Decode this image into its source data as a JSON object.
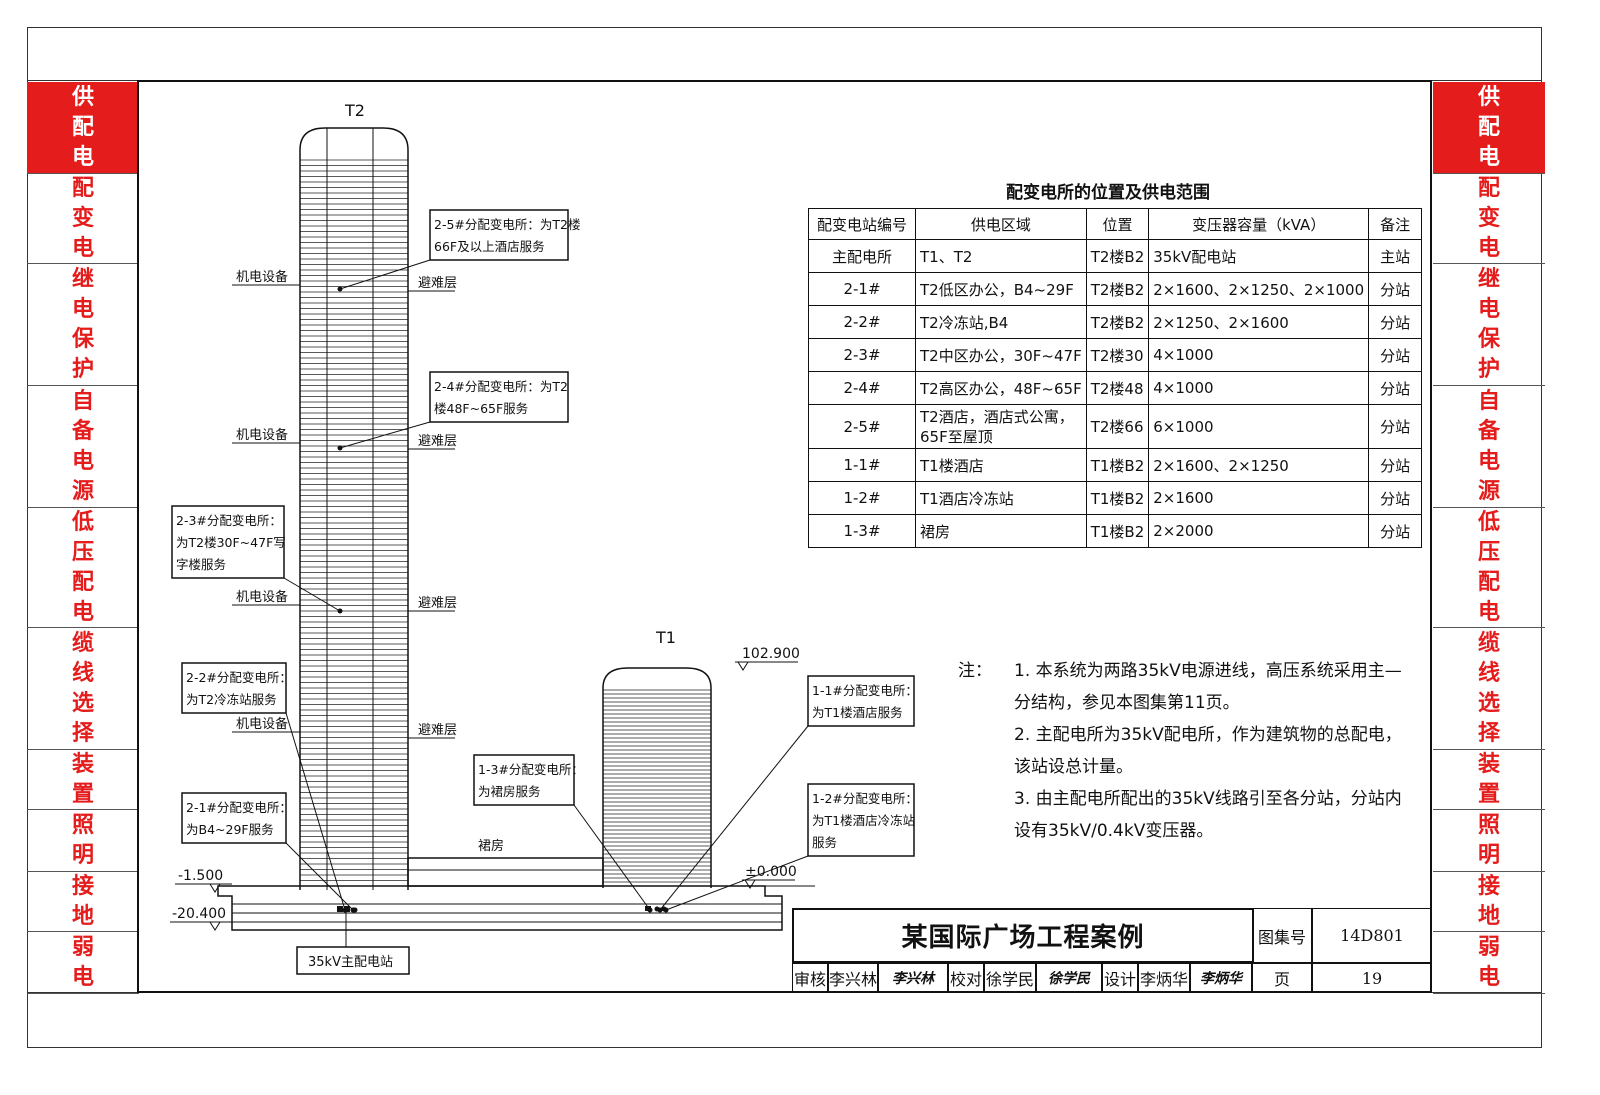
{
  "sidebar": {
    "items": [
      {
        "label": "供配电",
        "active": true
      },
      {
        "label": "配变电",
        "active": false
      },
      {
        "label": "继电保护",
        "active": false
      },
      {
        "label": "自备电源",
        "active": false
      },
      {
        "label": "低压配电",
        "active": false
      },
      {
        "label": "缆线选择",
        "active": false
      },
      {
        "label": "装置",
        "active": false
      },
      {
        "label": "照明",
        "active": false
      },
      {
        "label": "接地",
        "active": false
      },
      {
        "label": "弱电",
        "active": false
      }
    ]
  },
  "diagram": {
    "t2_label": "T2",
    "t1_label": "T1",
    "mech_label": "机电设备",
    "refuge_label": "避难层",
    "podium_label": "裙房",
    "elevations": {
      "e102": "102.900",
      "e0": "±0.000",
      "e1500": "-1.500",
      "e20400": "-20.400"
    },
    "callouts": {
      "c25": [
        "2-5#分配变电所：为T2楼",
        "66F及以上酒店服务"
      ],
      "c24": [
        "2-4#分配变电所：为T2",
        "楼48F~65F服务"
      ],
      "c23": [
        "2-3#分配变电所：",
        "为T2楼30F~47F写",
        "字楼服务"
      ],
      "c22": [
        "2-2#分配变电所：",
        "为T2冷冻站服务"
      ],
      "c21": [
        "2-1#分配变电所：",
        "为B4~29F服务"
      ],
      "c13": [
        "1-3#分配变电所：",
        "为裙房服务"
      ],
      "c11": [
        "1-1#分配变电所：",
        "为T1楼酒店服务"
      ],
      "c12": [
        "1-2#分配变电所：",
        "为T1楼酒店冷冻站",
        "服务"
      ],
      "main": "35kV主配电站"
    }
  },
  "table": {
    "title": "配变电所的位置及供电范围",
    "headers": [
      "配变电站编号",
      "供电区域",
      "位置",
      "变压器容量（kVA）",
      "备注"
    ],
    "rows": [
      [
        "主配电所",
        "T1、T2",
        "T2楼B2",
        "35kV配电站",
        "主站"
      ],
      [
        "2-1#",
        "T2低区办公，B4~29F",
        "T2楼B2",
        "2×1600、2×1250、2×1000",
        "分站"
      ],
      [
        "2-2#",
        "T2冷冻站,B4",
        "T2楼B2",
        "2×1250、2×1600",
        "分站"
      ],
      [
        "2-3#",
        "T2中区办公，30F~47F",
        "T2楼30",
        "4×1000",
        "分站"
      ],
      [
        "2-4#",
        "T2高区办公，48F~65F",
        "T2楼48",
        "4×1000",
        "分站"
      ],
      [
        "2-5#",
        "T2酒店，酒店式公寓，65F至屋顶",
        "T2楼66",
        "6×1000",
        "分站"
      ],
      [
        "1-1#",
        "T1楼酒店",
        "T1楼B2",
        "2×1600、2×1250",
        "分站"
      ],
      [
        "1-2#",
        "T1酒店冷冻站",
        "T1楼B2",
        "2×1600",
        "分站"
      ],
      [
        "1-3#",
        "裙房",
        "T1楼B2",
        "2×2000",
        "分站"
      ]
    ]
  },
  "notes": {
    "prefix": "注：",
    "items": [
      "1. 本系统为两路35kV电源进线，高压系统采用主—分结构，参见本图集第11页。",
      "2. 主配电所为35kV配电所，作为建筑物的总配电，该站设总计量。",
      "3. 由主配电所配出的35kV线路引至各分站，分站内设有35kV/0.4kV变压器。"
    ]
  },
  "titleblock": {
    "project": "某国际广场工程案例",
    "atlas_label": "图集号",
    "atlas_no": "14D801",
    "page_label": "页",
    "page_no": "19",
    "review_label": "审核",
    "review_name": "李兴林",
    "check_label": "校对",
    "check_name": "徐学民",
    "design_label": "设计",
    "design_name": "李炳华",
    "sig_review": "李兴林",
    "sig_check": "徐学民",
    "sig_design": "李炳华"
  }
}
